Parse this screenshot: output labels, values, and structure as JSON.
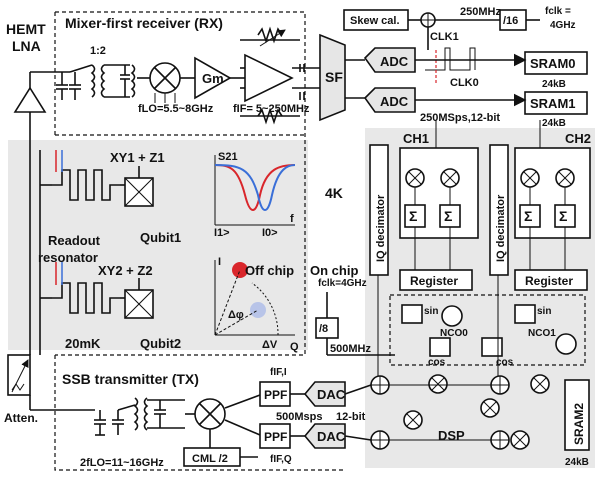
{
  "lna": {
    "label_line1": "HEMT",
    "label_line2": "LNA"
  },
  "rx": {
    "title": "Mixer-first receiver (RX)",
    "ratio": "1:2",
    "gm": "Gm",
    "sf": "SF",
    "adc": "ADC",
    "flo": "fLO=5.5~8GHz",
    "fif": "fIF= 5~250MHz"
  },
  "clock": {
    "skew": "Skew cal.",
    "freq": "250MHz",
    "div16": "/16",
    "fclk_eq": "fclk =",
    "fclk_val": "4GHz",
    "clk1": "CLK1",
    "clk0": "CLK0",
    "adc_spec": "250MSps,12-bit"
  },
  "sram": {
    "sram0": "SRAM0",
    "sram1": "SRAM1",
    "size": "24kB",
    "sram2": "SRAM2"
  },
  "channels": {
    "ch1": "CH1",
    "ch2": "CH2",
    "iq": "IQ decimator",
    "register": "Register",
    "sigma": "Σ"
  },
  "cryo": {
    "xy1": "XY1 + Z1",
    "xy2": "XY2 + Z2",
    "s21": "S21",
    "i1": "I1>",
    "i0": "I0>",
    "f": "f",
    "readout1": "Readout",
    "readout2": "resonator",
    "qubit1": "Qubit1",
    "qubit2": "Qubit2",
    "mk": "20mK",
    "iaxis": "I",
    "qaxis": "Q",
    "dphi": "Δφ",
    "dv": "ΔV",
    "offchip": "Off chip",
    "onchip": "On chip",
    "k4": "4K"
  },
  "nco": {
    "fclk": "fclk=4GHz",
    "div8": "/8",
    "freq": "500MHz",
    "sin": "sin",
    "cos": "cos",
    "nco0": "NCO0",
    "nco1": "NCO1"
  },
  "tx": {
    "title": "SSB transmitter (TX)",
    "atten": "Atten.",
    "ppf": "PPF",
    "dac": "DAC",
    "fifi": "fIF,I",
    "fifq": "fIF,Q",
    "dac_spec": "500Msps",
    "dac_bits": "12-bit",
    "flo2": "2fLO=11~16GHz",
    "cml": "CML /2",
    "dsp": "DSP"
  },
  "colors": {
    "red": "#d9262b",
    "blue": "#3a6fd8",
    "panel": "#e6e6e6",
    "ink": "#111111"
  }
}
